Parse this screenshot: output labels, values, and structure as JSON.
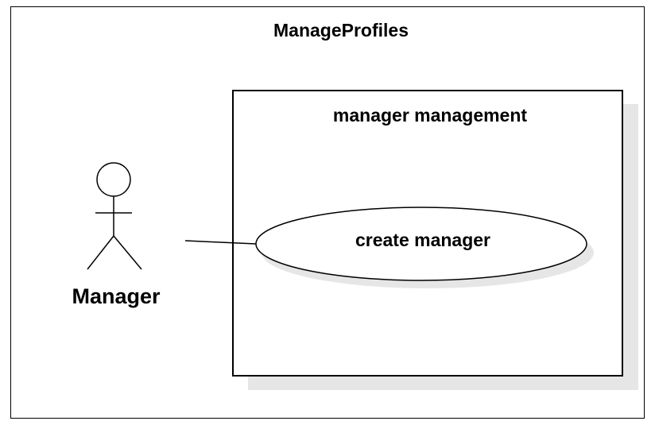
{
  "system": {
    "title": "ManageProfiles"
  },
  "package": {
    "title": "manager management"
  },
  "use_cases": [
    {
      "label": "create manager"
    }
  ],
  "actors": [
    {
      "label": "Manager",
      "icon": "stick-figure-icon"
    }
  ],
  "colors": {
    "stroke": "#000000",
    "background": "#ffffff",
    "shadow": "#e6e6e6"
  }
}
